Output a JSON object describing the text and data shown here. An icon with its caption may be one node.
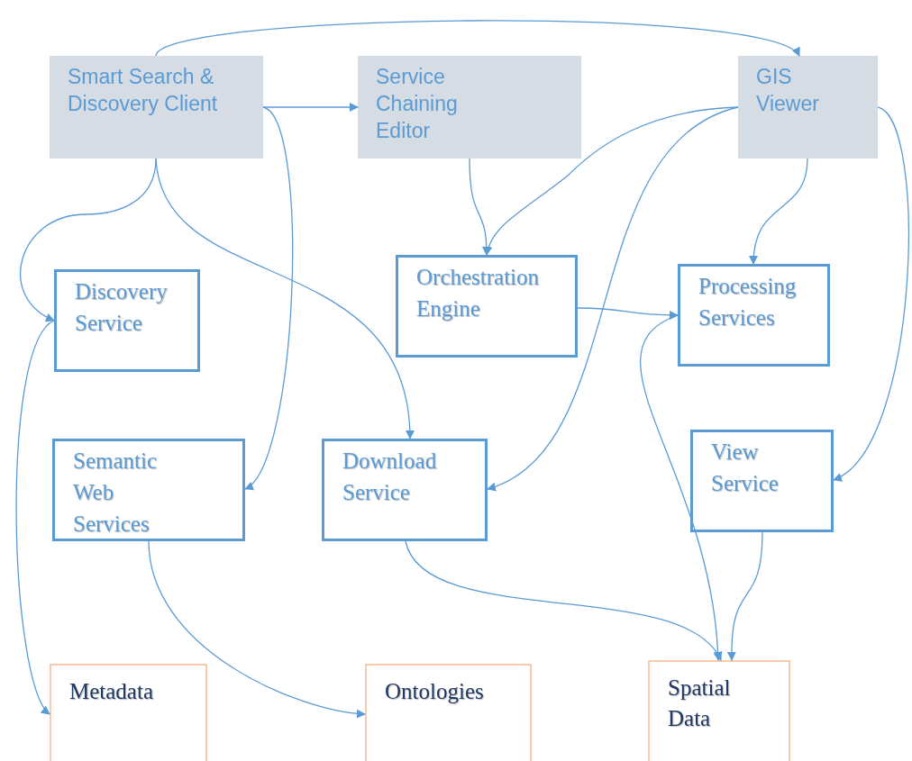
{
  "diagram": {
    "nodes": [
      {
        "text": [
          "Smart Search & Discovery Client"
        ]
      },
      {
        "text": [
          "Service Chaining Editor"
        ]
      },
      {
        "text": [
          "GIS Viewer"
        ]
      },
      {
        "text": [
          "Discovery Service"
        ]
      },
      {
        "text": [
          "Orchestration Engine"
        ]
      },
      {
        "text": [
          "Processing Services"
        ]
      },
      {
        "text": [
          "Semantic Web Services"
        ]
      },
      {
        "text": [
          "Download Service"
        ]
      },
      {
        "text": [
          "View Service"
        ]
      },
      {
        "text": [
          "Metadata"
        ]
      },
      {
        "text": [
          "Ontologies"
        ]
      },
      {
        "text": [
          "Spatial Data"
        ]
      }
    ],
    "edges": [
      {
        "from": 0,
        "to": 2,
        "arrow": "to"
      },
      {
        "from": 0,
        "to": 1,
        "arrow": "to"
      },
      {
        "from": 0,
        "to": 6,
        "arrow": "to"
      },
      {
        "from": 0,
        "to": 3,
        "arrow": "to"
      },
      {
        "from": 0,
        "to": 7,
        "arrow": "to"
      },
      {
        "from": 1,
        "to": 4,
        "arrow": "to"
      },
      {
        "from": 2,
        "to": 4,
        "arrow": "to"
      },
      {
        "from": 2,
        "to": 7,
        "arrow": "to"
      },
      {
        "from": 2,
        "to": 5,
        "arrow": "to"
      },
      {
        "from": 2,
        "to": 8,
        "arrow": "to"
      },
      {
        "from": 4,
        "to": 5,
        "arrow": "to"
      },
      {
        "from": 3,
        "to": 9,
        "arrow": "to"
      },
      {
        "from": 6,
        "to": 10,
        "arrow": "to"
      },
      {
        "from": 7,
        "to": 11,
        "arrow": "to"
      },
      {
        "from": 8,
        "to": 11,
        "arrow": "to"
      },
      {
        "from": 5,
        "to": 11,
        "arrow": "to"
      }
    ]
  }
}
